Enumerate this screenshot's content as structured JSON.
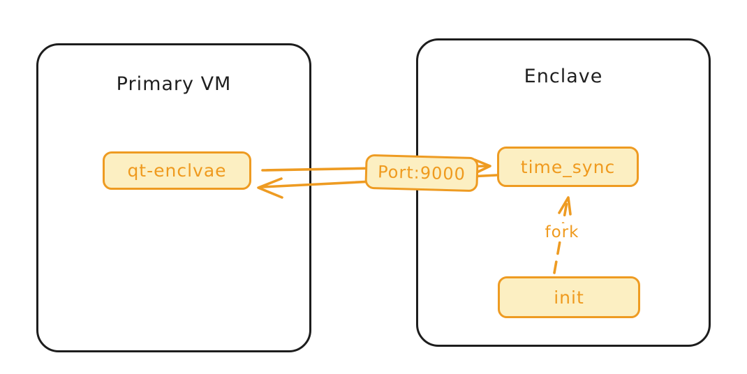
{
  "diagram": {
    "containers": [
      {
        "id": "primary-vm",
        "label": "Primary VM"
      },
      {
        "id": "enclave",
        "label": "Enclave"
      }
    ],
    "nodes": [
      {
        "id": "qt-enclvae",
        "label": "qt-enclvae",
        "container": "Primary VM"
      },
      {
        "id": "time_sync",
        "label": "time_sync",
        "container": "Enclave"
      },
      {
        "id": "init",
        "label": "init",
        "container": "Enclave"
      }
    ],
    "edges": [
      {
        "from": "qt-enclvae",
        "to": "time_sync",
        "label": "Port:9000",
        "style": "solid",
        "direction": "right"
      },
      {
        "from": "time_sync",
        "to": "qt-enclvae",
        "label": "",
        "style": "solid",
        "direction": "left"
      },
      {
        "from": "init",
        "to": "time_sync",
        "label": "fork",
        "style": "dashed",
        "direction": "up"
      }
    ],
    "colors": {
      "accent": "#ee9b22",
      "node_fill": "#fcefc2",
      "node_text": "#ef9a1e",
      "container_stroke": "#1d1d1d",
      "background": "#ffffff"
    }
  }
}
